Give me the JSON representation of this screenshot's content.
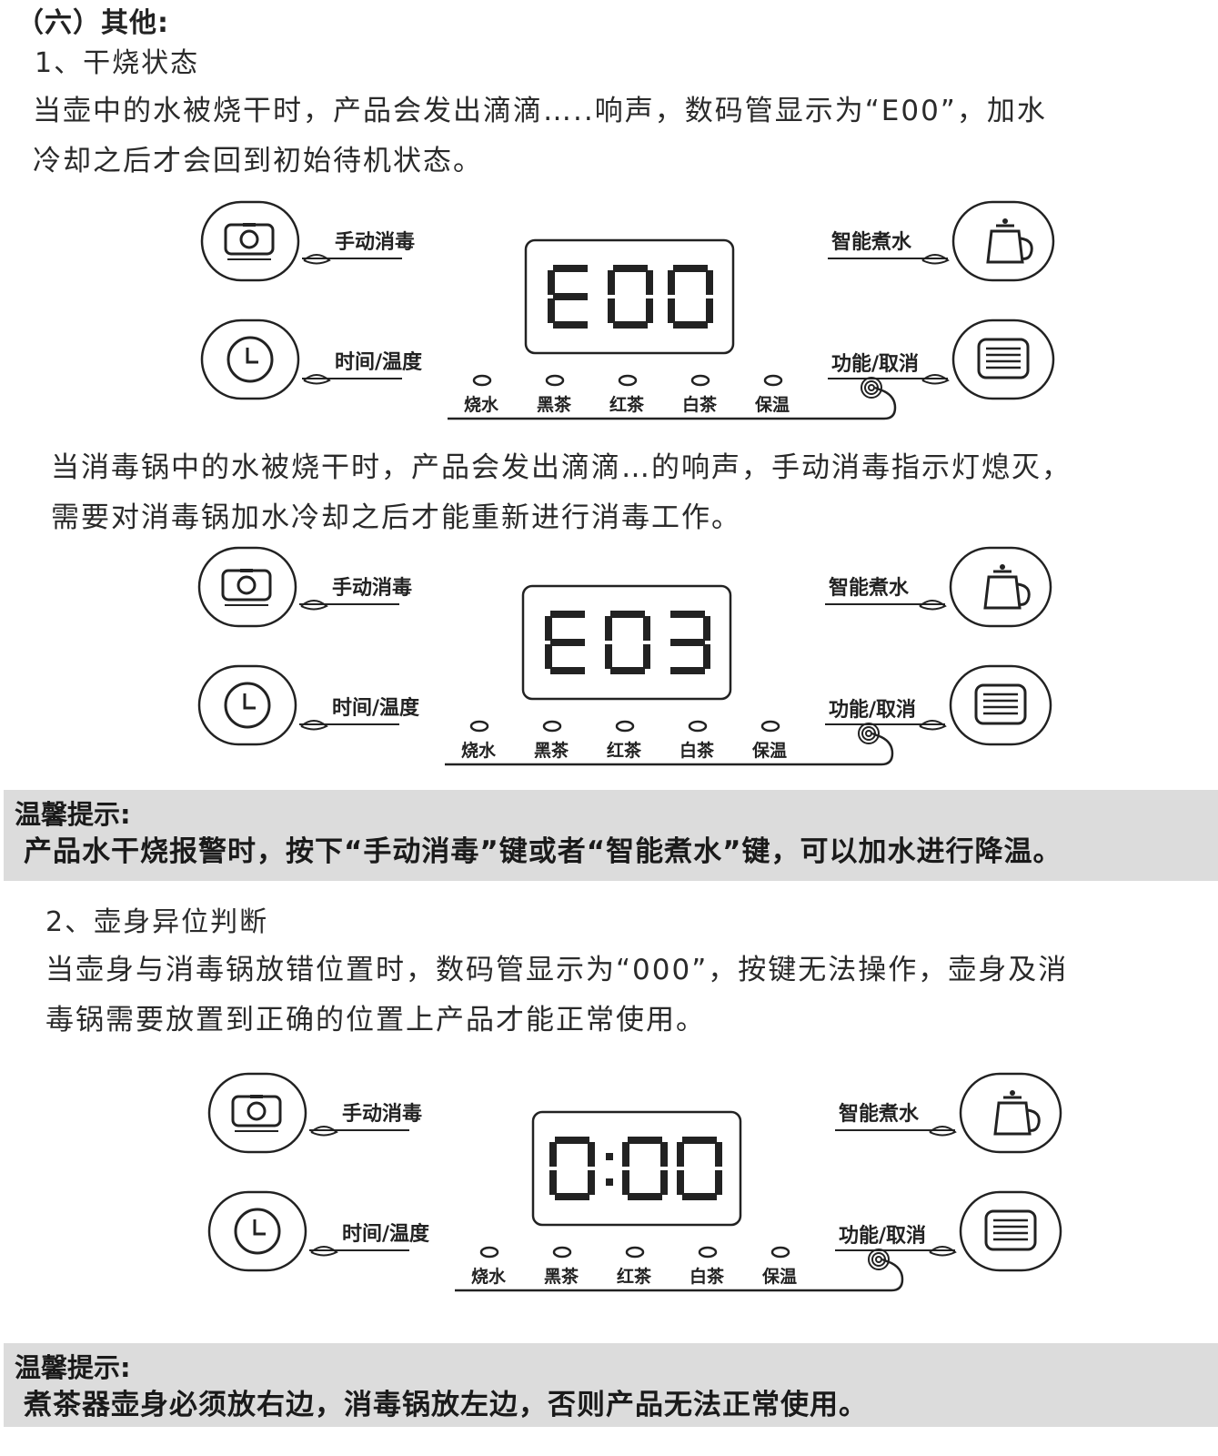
{
  "section_title": "（六）其他:",
  "dry_burn": {
    "heading": "1、干烧状态",
    "para_line1": "当壶中的水被烧干时，产品会发出滴滴…..响声，数码管显示为“E00”，加水",
    "para_line2": "冷却之后才会回到初始待机状态。"
  },
  "sterilizer_dry": {
    "para_line1": "当消毒锅中的水被烧干时，产品会发出滴滴…的响声，手动消毒指示灯熄灭，",
    "para_line2": "需要对消毒锅加水冷却之后才能重新进行消毒工作。"
  },
  "tip1": {
    "title": "温馨提示:",
    "text": "产品水干烧报警时，按下“手动消毒”键或者“智能煮水”键，可以加水进行降温。"
  },
  "position": {
    "heading": "2、壶身异位判断",
    "para_line1": "当壶身与消毒锅放错位置时，数码管显示为“000”，按键无法操作，壶身及消",
    "para_line2": "毒锅需要放置到正确的位置上产品才能正常使用。"
  },
  "tip2": {
    "title": "温馨提示:",
    "text": "煮茶器壶身必须放右边，消毒锅放左边，否则产品无法正常使用。"
  },
  "panels": [
    {
      "display": "E00",
      "labels": {
        "manual_disinfect": "手动消毒",
        "time_temp": "时间/温度",
        "smart_boil": "智能煮水",
        "function_cancel": "功能/取消"
      },
      "modes": [
        "烧水",
        "黑茶",
        "红茶",
        "白茶",
        "保温"
      ]
    },
    {
      "display": "E03",
      "labels": {
        "manual_disinfect": "手动消毒",
        "time_temp": "时间/温度",
        "smart_boil": "智能煮水",
        "function_cancel": "功能/取消"
      },
      "modes": [
        "烧水",
        "黑茶",
        "红茶",
        "白茶",
        "保温"
      ]
    },
    {
      "display": "0:00",
      "labels": {
        "manual_disinfect": "手动消毒",
        "time_temp": "时间/温度",
        "smart_boil": "智能煮水",
        "function_cancel": "功能/取消"
      },
      "modes": [
        "烧水",
        "黑茶",
        "红茶",
        "白茶",
        "保温"
      ]
    }
  ]
}
